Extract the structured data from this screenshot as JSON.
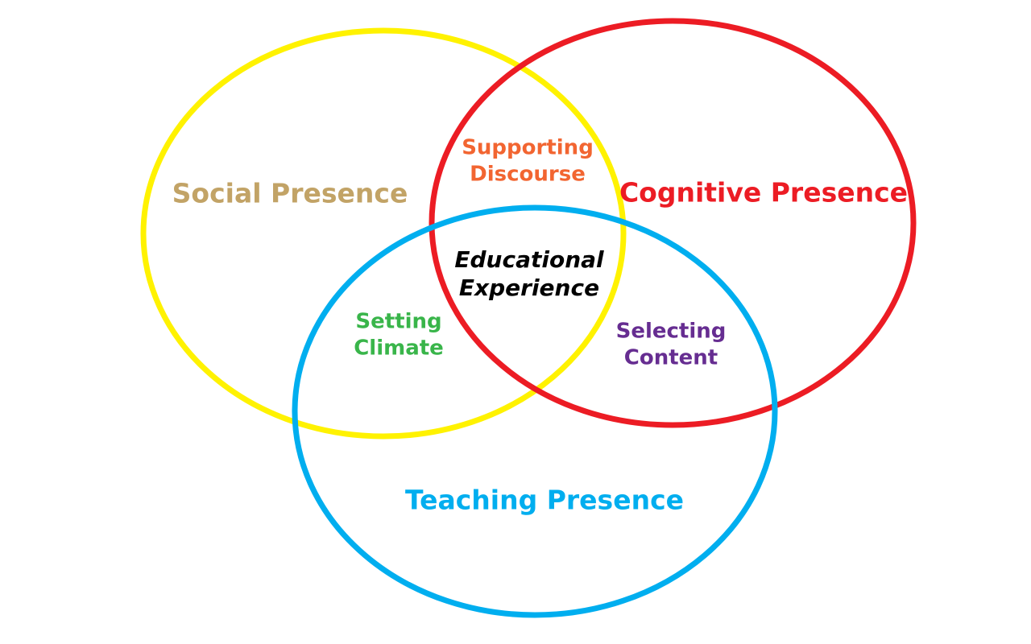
{
  "title": "Community of Inquiry Venn Diagram",
  "circles": [
    {
      "id": "social",
      "label": "Social Presence",
      "color": "#FFF200",
      "text_color": "#C2A366"
    },
    {
      "id": "cognitive",
      "label": "Cognitive Presence",
      "color": "#EC1C24",
      "text_color": "#EC1C24"
    },
    {
      "id": "teaching",
      "label": "Teaching Presence",
      "color": "#00AEEF",
      "text_color": "#00AEEF"
    }
  ],
  "intersections": {
    "social_cognitive": {
      "line1": "Supporting",
      "line2": "Discourse",
      "color": "#F26531"
    },
    "social_teaching": {
      "line1": "Setting",
      "line2": "Climate",
      "color": "#39B54A"
    },
    "cognitive_teaching": {
      "line1": "Selecting",
      "line2": "Content",
      "color": "#662D91"
    },
    "center": {
      "line1": "Educational",
      "line2": "Experience",
      "color": "#000000"
    }
  }
}
